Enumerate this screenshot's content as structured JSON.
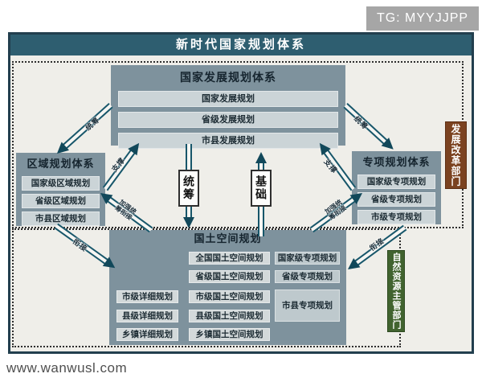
{
  "title": "新时代国家规划体系",
  "watermarks": {
    "tg": "TG: MYYJJPP",
    "site": "www.wanwusl.com"
  },
  "colors": {
    "header_teal": "#2e5e70",
    "canvas_bg": "#efeee9",
    "box_slate": "#7e929d",
    "sub_light": "#cbd4d7",
    "arrow": "#17566a",
    "brown": "#7b4220",
    "green": "#41632f",
    "badge_gray": "#a6a6a6"
  },
  "development_box": {
    "title": "国家发展规划体系",
    "items": [
      "国家发展规划",
      "省级发展规划",
      "市县发展规划"
    ]
  },
  "regional_box": {
    "title": "区域规划体系",
    "items": [
      "国家级区域规划",
      "省级区域规划",
      "市县区域规划"
    ]
  },
  "special_box": {
    "title": "专项规划体系",
    "items": [
      "国家级专项规划",
      "省级专项规划",
      "市级专项规划"
    ]
  },
  "spatial_box": {
    "title": "国土空间规划",
    "detail_col": [
      "市级详细规划",
      "县级详细规划",
      "乡镇详细规划"
    ],
    "master_col": [
      "全国国土空间规划",
      "省级国土空间规划",
      "市级国土空间规划",
      "县级国土空间规划",
      "乡镇国土空间规划"
    ],
    "special_col": [
      "国家级专项规划",
      "省级专项规划",
      "市县专项规划"
    ]
  },
  "relations": {
    "coordinate": "统筹",
    "support": "支撑",
    "basis": "基础",
    "link": "衔接",
    "strengthen": {
      "line1": "加强统",
      "line2": "筹衔接"
    }
  },
  "departments": {
    "development_reform": "发展改革部门",
    "natural_resources": "自然资源主管部门"
  }
}
